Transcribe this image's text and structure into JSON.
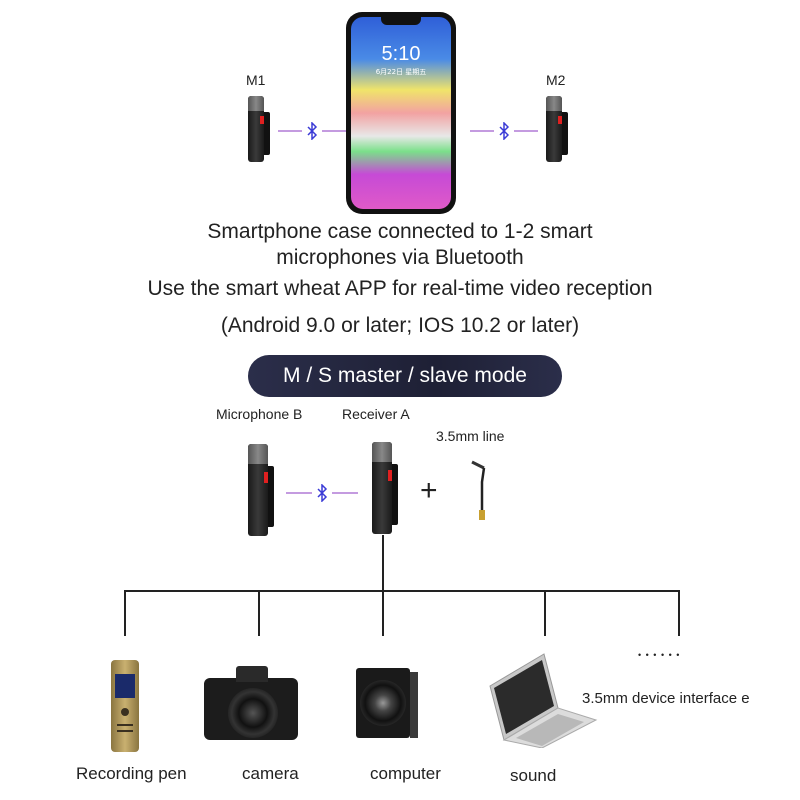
{
  "top": {
    "m1_label": "M1",
    "m2_label": "M2",
    "phone_time": "5:10",
    "phone_date": "6月22日 星期五"
  },
  "captions": {
    "line1": "Smartphone case connected to 1-2 smart",
    "line2": "microphones via Bluetooth",
    "line3": "Use the smart wheat APP for real-time video reception",
    "line4": "(Android 9.0 or later; IOS 10.2 or later)"
  },
  "mode_banner": "M / S master / slave mode",
  "middle": {
    "mic_b_label": "Microphone B",
    "receiver_a_label": "Receiver A",
    "line_label": "3.5mm line",
    "plus_sign": "+"
  },
  "devices": [
    {
      "label": "Recording pen",
      "icon": "recording-pen-icon"
    },
    {
      "label": "camera",
      "icon": "camera-icon"
    },
    {
      "label": "computer",
      "icon": "speaker-icon"
    },
    {
      "label": "sound",
      "icon": "laptop-icon"
    }
  ],
  "interface_label": "3.5mm device interface",
  "interface_suffix": "e",
  "interface_dots": "• • • • • •",
  "colors": {
    "bluetooth": "#3b3bd6",
    "connector_line": "#b07ad6",
    "banner": "#23263f",
    "mic_accent": "#e02020"
  }
}
